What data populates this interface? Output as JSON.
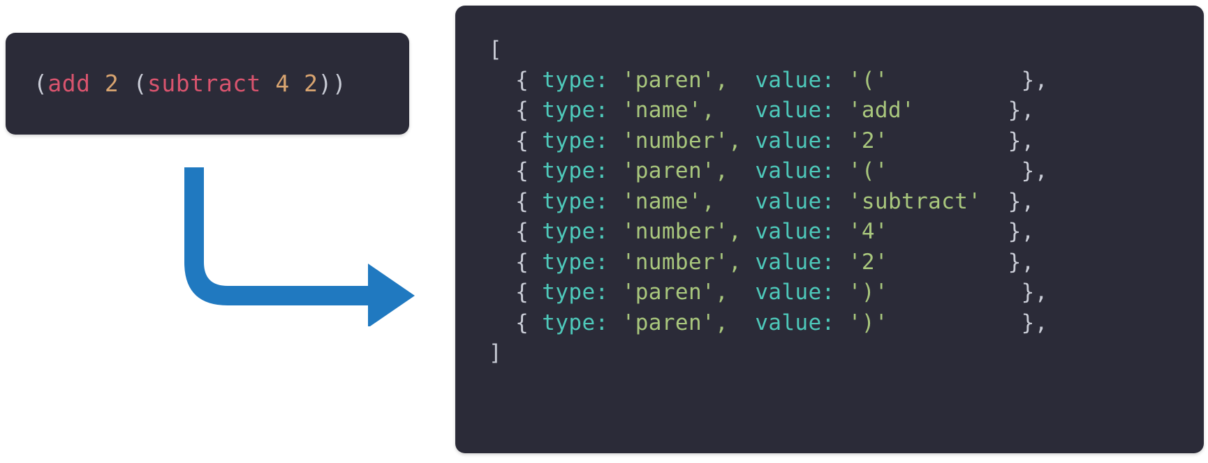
{
  "colors": {
    "page_background": "#ffffff",
    "panel_background": "#2b2b38",
    "arrow": "#2079c0",
    "punctuation": "#c9ccd6",
    "key": "#4ec9ba",
    "string": "#a9c77d",
    "source_name": "#d9546e",
    "source_number": "#d8a470"
  },
  "source_panel": {
    "label": "source-code-panel",
    "code": "(add 2 (subtract 4 2))",
    "tokens": [
      {
        "text": "(",
        "kind": "paren"
      },
      {
        "text": "add",
        "kind": "name"
      },
      {
        "text": " ",
        "kind": "space"
      },
      {
        "text": "2",
        "kind": "number"
      },
      {
        "text": " ",
        "kind": "space"
      },
      {
        "text": "(",
        "kind": "paren"
      },
      {
        "text": "subtract",
        "kind": "name"
      },
      {
        "text": " ",
        "kind": "space"
      },
      {
        "text": "4",
        "kind": "number"
      },
      {
        "text": " ",
        "kind": "space"
      },
      {
        "text": "2",
        "kind": "number"
      },
      {
        "text": ")",
        "kind": "paren"
      },
      {
        "text": ")",
        "kind": "paren"
      }
    ]
  },
  "arrow": {
    "label": "transform-arrow",
    "direction": "down-then-right",
    "color": "#2079c0"
  },
  "tokens_panel": {
    "label": "token-array-panel",
    "open_bracket": "[",
    "close_bracket": "]",
    "key_type": "type:",
    "key_value": "value:",
    "brace_open": "{",
    "brace_close": "},",
    "lines": [
      {
        "type": "'paren',",
        "value": "'('",
        "gap_after_type": "  ",
        "pad_after_value": "          "
      },
      {
        "type": "'name',",
        "value": "'add'",
        "gap_after_type": "   ",
        "pad_after_value": "       "
      },
      {
        "type": "'number',",
        "value": "'2'",
        "gap_after_type": " ",
        "pad_after_value": "         "
      },
      {
        "type": "'paren',",
        "value": "'('",
        "gap_after_type": "  ",
        "pad_after_value": "          "
      },
      {
        "type": "'name',",
        "value": "'subtract'",
        "gap_after_type": "   ",
        "pad_after_value": "  "
      },
      {
        "type": "'number',",
        "value": "'4'",
        "gap_after_type": " ",
        "pad_after_value": "         "
      },
      {
        "type": "'number',",
        "value": "'2'",
        "gap_after_type": " ",
        "pad_after_value": "         "
      },
      {
        "type": "'paren',",
        "value": "')'",
        "gap_after_type": "  ",
        "pad_after_value": "          "
      },
      {
        "type": "'paren',",
        "value": "')'",
        "gap_after_type": "  ",
        "pad_after_value": "          "
      }
    ]
  }
}
